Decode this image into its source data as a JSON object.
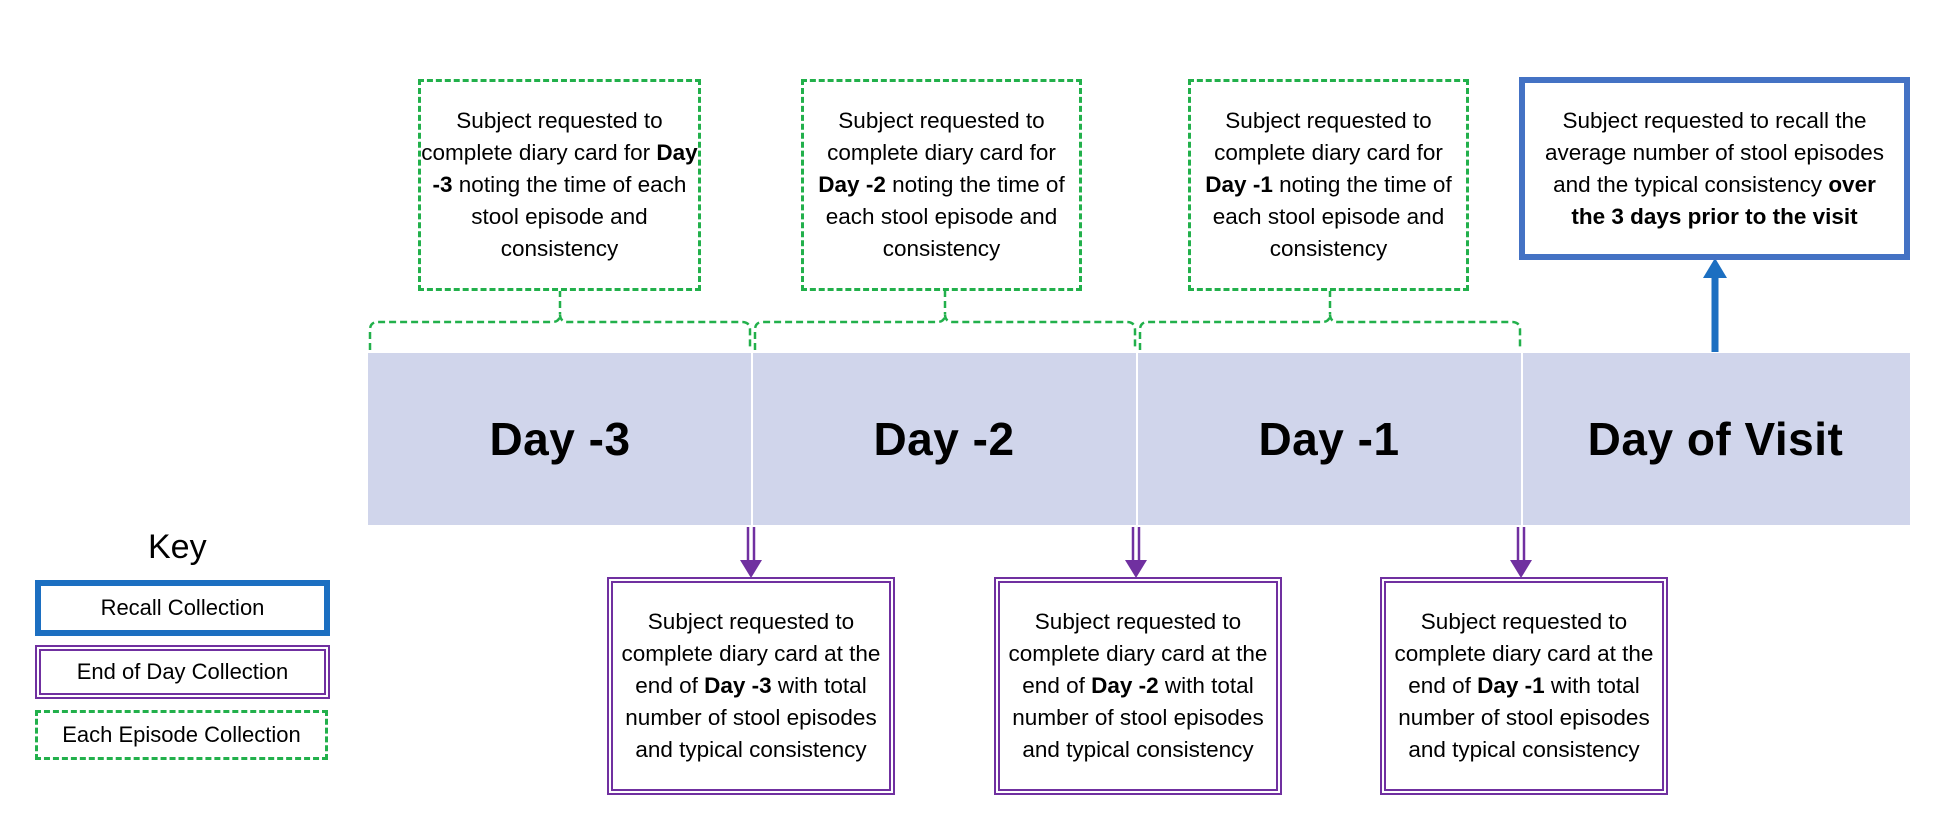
{
  "colors": {
    "band": "#d0d5eb",
    "episode_border": "#22b04b",
    "end_of_day_border": "#7030a0",
    "recall_border": "#4472c4",
    "recall_arrow": "#1c6fc1"
  },
  "days": [
    "Day -3",
    "Day -2",
    "Day -1",
    "Day of Visit"
  ],
  "episode_boxes": [
    {
      "prefix": "Subject requested to complete diary card for ",
      "bold": "Day -3",
      "suffix": " noting the time of each stool episode and consistency"
    },
    {
      "prefix": "Subject requested to complete diary card for ",
      "bold": "Day -2",
      "suffix": " noting the time of each stool episode and consistency"
    },
    {
      "prefix": "Subject requested to complete diary card for ",
      "bold": "Day -1",
      "suffix": " noting the time of each stool episode and consistency"
    }
  ],
  "end_of_day_boxes": [
    {
      "prefix": "Subject requested to complete diary card at the end of ",
      "bold": "Day -3",
      "suffix": " with total number of stool episodes and typical consistency"
    },
    {
      "prefix": "Subject requested to complete diary card at the end of ",
      "bold": "Day -2",
      "suffix": " with total number of stool episodes and typical consistency"
    },
    {
      "prefix": "Subject requested to complete diary card at the end of ",
      "bold": "Day -1",
      "suffix": " with total number of stool episodes and typical consistency"
    }
  ],
  "recall_box": {
    "prefix": "Subject requested to recall the average number of stool episodes and the typical consistency ",
    "bold": "over the  3 days prior to the visit",
    "suffix": ""
  },
  "key": {
    "title": "Key",
    "recall": "Recall Collection",
    "end_of_day": "End of Day Collection",
    "each_episode": "Each Episode Collection"
  }
}
